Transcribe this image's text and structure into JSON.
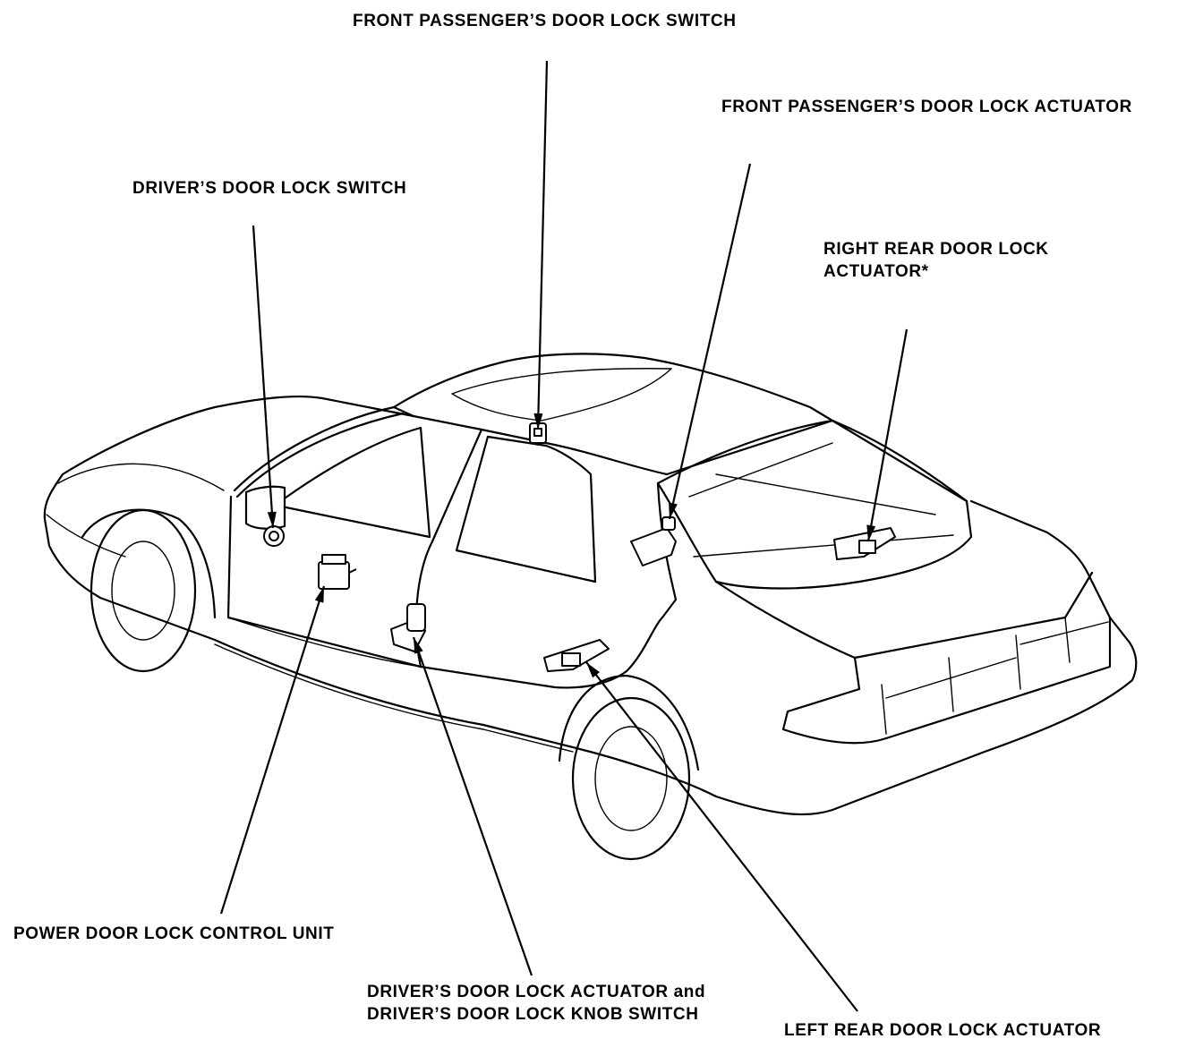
{
  "labels": {
    "front_passenger_switch": "FRONT PASSENGER’S DOOR LOCK SWITCH",
    "front_passenger_actuator": "FRONT PASSENGER’S DOOR LOCK ACTUATOR",
    "drivers_switch": "DRIVER’S DOOR LOCK SWITCH",
    "right_rear_actuator_line1": "RIGHT REAR DOOR LOCK",
    "right_rear_actuator_line2": "ACTUATOR*",
    "control_unit": "POWER DOOR LOCK CONTROL UNIT",
    "drivers_actuator_line1": "DRIVER’S DOOR LOCK ACTUATOR and",
    "drivers_actuator_line2": "DRIVER’S DOOR LOCK KNOB SWITCH",
    "left_rear_actuator": "LEFT REAR DOOR LOCK ACTUATOR"
  }
}
